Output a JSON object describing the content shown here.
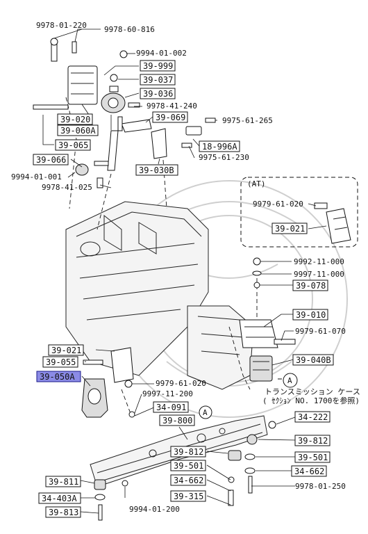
{
  "at_label": "(AT)",
  "callout_a": "A",
  "note": {
    "line1": "トランスミッション ケース",
    "line2": "( ｾｸｼｮﾝ NO. 1700を参照)"
  },
  "highlight_color": "#8b8be6",
  "boxed_parts": {
    "b39_999": "39-999",
    "b39_037": "39-037",
    "b39_036": "39-036",
    "b39_020": "39-020",
    "b39_060A": "39-060A",
    "b39_069": "39-069",
    "b39_065": "39-065",
    "b18_996A": "18-996A",
    "b39_066": "39-066",
    "b39_030B": "39-030B",
    "b39_021_at": "39-021",
    "b39_078": "39-078",
    "b39_010": "39-010",
    "b39_040B": "39-040B",
    "b39_021": "39-021",
    "b39_055": "39-055",
    "b39_050A": "39-050A",
    "b34_091": "34-091",
    "b39_800": "39-800",
    "b34_222": "34-222",
    "b39_812_r": "39-812",
    "b39_501_r": "39-501",
    "b34_662_r": "34-662",
    "b39_812": "39-812",
    "b39_501": "39-501",
    "b34_662": "34-662",
    "b39_315": "39-315",
    "b39_811": "39-811",
    "b34_403A": "34-403A",
    "b39_813": "39-813"
  },
  "part_numbers": {
    "p9978_01_220": "9978-01-220",
    "p9978_60_816": "9978-60-816",
    "p9994_01_002": "9994-01-002",
    "p9978_41_240": "9978-41-240",
    "p9975_61_265": "9975-61-265",
    "p9975_61_230": "9975-61-230",
    "p9994_01_001": "9994-01-001",
    "p9978_41_025": "9978-41-025",
    "p9979_61_020_at": "9979-61-020",
    "p9992_11_000": "9992-11-000",
    "p9997_11_000": "9997-11-000",
    "p9979_61_070": "9979-61-070",
    "p9979_61_020": "9979-61-020",
    "p9997_11_200": "9997-11-200",
    "p9978_01_250": "9978-01-250",
    "p9994_01_200": "9994-01-200"
  }
}
